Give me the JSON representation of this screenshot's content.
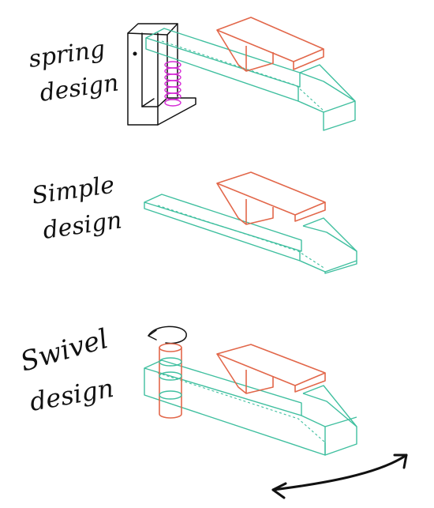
{
  "labels": {
    "spring_line1": "spring",
    "spring_line2": "design",
    "simple_line1": "Simple",
    "simple_line2": "design",
    "swivel_line1": "Swivel",
    "swivel_line2": "design"
  },
  "colors": {
    "arm": "#3fbf9f",
    "block": "#e2674a",
    "spring": "#d62ad6",
    "ink": "#111111"
  },
  "icons": {
    "rotate": "curved-arrow-icon",
    "swing": "double-headed-arc-arrow-icon"
  }
}
